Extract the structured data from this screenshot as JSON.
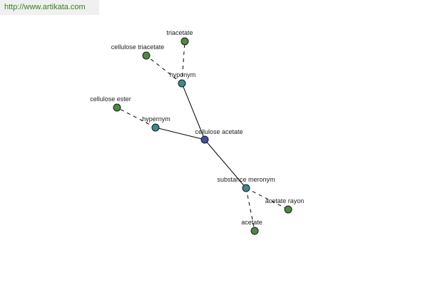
{
  "header": {
    "url": "http://www.artikata.com"
  },
  "colors": {
    "root_node": "#3f51a3",
    "relation_node": "#3d8a8a",
    "leaf_node": "#4e8a3e",
    "url_text": "#3a7d1f"
  },
  "diagram": {
    "nodes": [
      {
        "id": "cellulose_acetate",
        "label": "cellulose acetate",
        "kind": "root"
      },
      {
        "id": "hyponym",
        "label": "hyponym",
        "kind": "relation"
      },
      {
        "id": "hypernym",
        "label": "hypernym",
        "kind": "relation"
      },
      {
        "id": "substance_meronym",
        "label": "substance meronym",
        "kind": "relation"
      },
      {
        "id": "triacetate",
        "label": "triacetate",
        "kind": "leaf"
      },
      {
        "id": "cellulose_triacetate",
        "label": "cellulose triacetate",
        "kind": "leaf"
      },
      {
        "id": "cellulose_ester",
        "label": "cellulose ester",
        "kind": "leaf"
      },
      {
        "id": "acetate_rayon",
        "label": "acetate rayon",
        "kind": "leaf"
      },
      {
        "id": "acetate",
        "label": "acetate",
        "kind": "leaf"
      }
    ],
    "edges": [
      {
        "from": "cellulose_acetate",
        "to": "hyponym",
        "style": "solid"
      },
      {
        "from": "cellulose_acetate",
        "to": "hypernym",
        "style": "solid"
      },
      {
        "from": "cellulose_acetate",
        "to": "substance_meronym",
        "style": "solid"
      },
      {
        "from": "hyponym",
        "to": "triacetate",
        "style": "dashed"
      },
      {
        "from": "hyponym",
        "to": "cellulose_triacetate",
        "style": "dashed"
      },
      {
        "from": "hypernym",
        "to": "cellulose_ester",
        "style": "dashed"
      },
      {
        "from": "substance_meronym",
        "to": "acetate_rayon",
        "style": "dashed"
      },
      {
        "from": "substance_meronym",
        "to": "acetate",
        "style": "dashed"
      }
    ]
  }
}
